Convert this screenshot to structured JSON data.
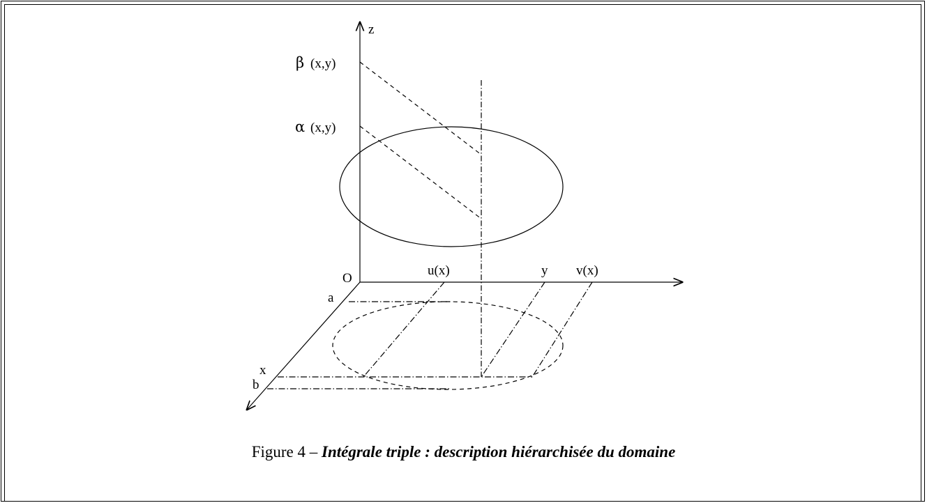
{
  "labels": {
    "z_axis": "z",
    "origin": "O",
    "x_axis": "x",
    "beta": "β",
    "beta_args": "(x,y)",
    "alpha": "α",
    "alpha_args": "(x,y)",
    "u": "u(x)",
    "y": "y",
    "v": "v(x)",
    "a": "a",
    "b": "b"
  },
  "caption": {
    "prefix": "Figure 4 – ",
    "title": "Intégrale triple : description hiérarchisée du domaine"
  }
}
